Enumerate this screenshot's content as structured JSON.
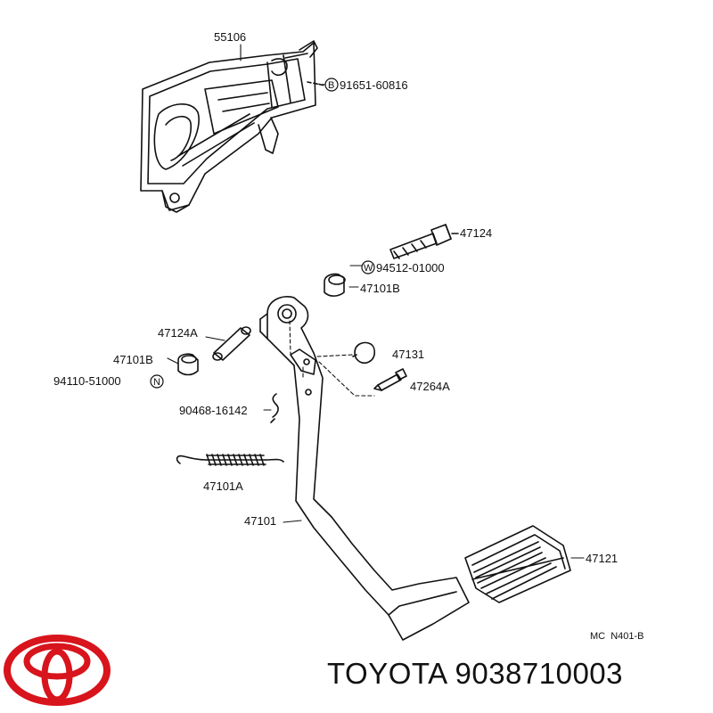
{
  "parts": {
    "p55106": "55106",
    "p91651": "91651-60816",
    "p91651_prefix": "B",
    "p47124": "47124",
    "p94512": "94512-01000",
    "p94512_prefix": "W",
    "p47101B_right": "47101B",
    "p47124A": "47124A",
    "p47131": "47131",
    "p47101B_left": "47101B",
    "p94110": "94110-51000",
    "p94110_suffix": "N",
    "p47264A": "47264A",
    "p90468": "90468-16142",
    "p47101A": "47101A",
    "p47101": "47101",
    "p47121": "47121"
  },
  "diagram_code": "MC  N401-B",
  "brand": {
    "name": "TOYOTA",
    "part_number": "9038710003",
    "logo_color": "#d8141c"
  }
}
